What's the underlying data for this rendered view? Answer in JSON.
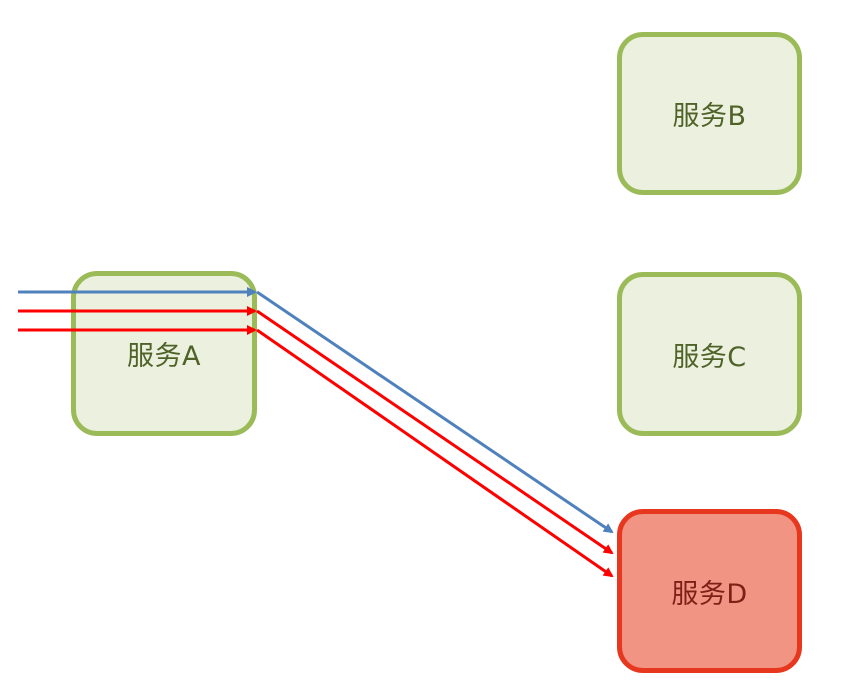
{
  "diagram": {
    "nodes": [
      {
        "id": "A",
        "label": "服务A",
        "status": "normal"
      },
      {
        "id": "B",
        "label": "服务B",
        "status": "normal"
      },
      {
        "id": "C",
        "label": "服务C",
        "status": "normal"
      },
      {
        "id": "D",
        "label": "服务D",
        "status": "failed"
      }
    ],
    "edges": [
      {
        "from": "external",
        "to": "A",
        "color": "#4f81bd"
      },
      {
        "from": "external",
        "to": "A",
        "color": "#ff0000"
      },
      {
        "from": "external",
        "to": "A",
        "color": "#ff0000"
      },
      {
        "from": "A",
        "to": "D",
        "color": "#4f81bd"
      },
      {
        "from": "A",
        "to": "D",
        "color": "#ff0000"
      },
      {
        "from": "A",
        "to": "D",
        "color": "#ff0000"
      }
    ],
    "colors": {
      "node_fill": "#ebf1de",
      "node_border": "#9bbb59",
      "failed_fill": "#f29484",
      "failed_border": "#e8371f",
      "normal_request": "#4f81bd",
      "failed_request": "#ff0000"
    }
  }
}
